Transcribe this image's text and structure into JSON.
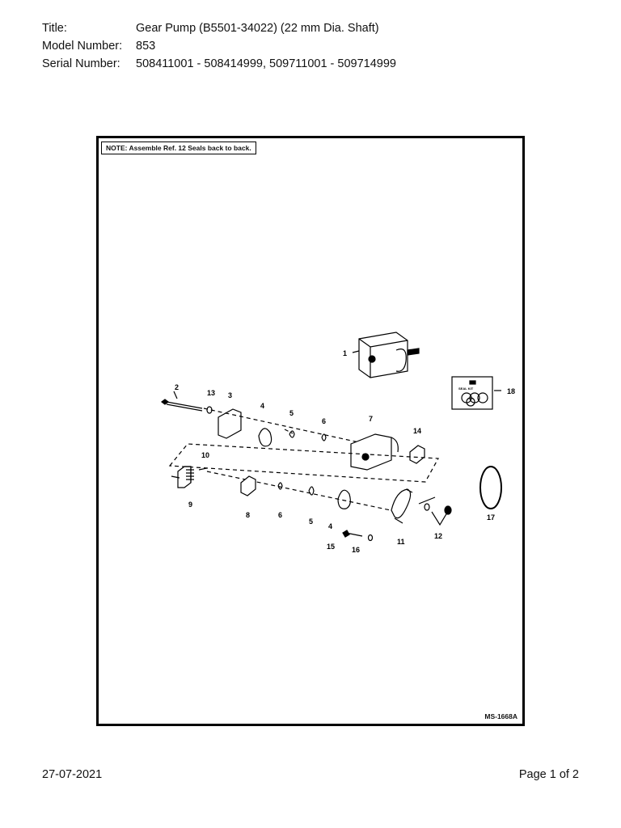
{
  "header": {
    "title_label": "Title:",
    "title_value": "Gear Pump (B5501-34022) (22 mm Dia. Shaft)",
    "model_label": "Model Number:",
    "model_value": "853",
    "serial_label": "Serial Number:",
    "serial_value": "508411001 - 508414999, 509711001 - 509714999"
  },
  "figure": {
    "note": "NOTE: Assemble Ref. 12 Seals back to back.",
    "reference": "MS-1668A",
    "seal_kit_label": "SEAL KIT",
    "callouts": [
      "1",
      "2",
      "13",
      "3",
      "4",
      "5",
      "6",
      "7",
      "14",
      "18",
      "10",
      "9",
      "8",
      "6",
      "5",
      "4",
      "11",
      "12",
      "15",
      "16",
      "17"
    ]
  },
  "footer": {
    "date": "27-07-2021",
    "page": "Page 1 of 2"
  }
}
